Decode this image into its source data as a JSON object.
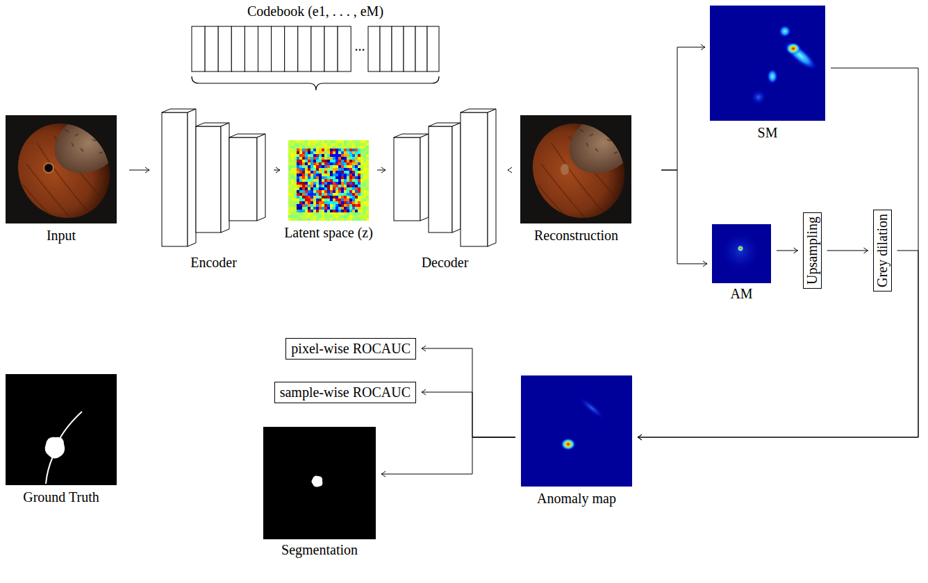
{
  "diagram": {
    "nodes": [
      {
        "text": [
          "Codebook (e1, . . . , eM)"
        ]
      },
      {
        "text": [
          "SM"
        ]
      },
      {
        "text": [
          "Input"
        ]
      },
      {
        "text": [
          "Encoder"
        ]
      },
      {
        "text": [
          "Latent space (z)"
        ]
      },
      {
        "text": [
          "Decoder"
        ]
      },
      {
        "text": [
          "Reconstruction"
        ]
      },
      {
        "text": [
          "AM"
        ]
      },
      {
        "text": [
          "Upsampling"
        ]
      },
      {
        "text": [
          "Grey dilation"
        ]
      },
      {
        "text": [
          "pixel-wise ROCAUC"
        ]
      },
      {
        "text": [
          "sample-wise ROCAUC"
        ]
      },
      {
        "text": [
          "Ground Truth"
        ]
      },
      {
        "text": [
          "Segmentation"
        ]
      },
      {
        "text": [
          "Anomaly map"
        ]
      }
    ],
    "edges": [
      {
        "from": 2,
        "to": 3,
        "arrow": "to"
      },
      {
        "from": 3,
        "to": 4,
        "arrow": "to"
      },
      {
        "from": 4,
        "to": 5,
        "arrow": "to"
      },
      {
        "from": 5,
        "to": 6,
        "arrow": "to"
      },
      {
        "from": 6,
        "to": 1,
        "arrow": "to"
      },
      {
        "from": 6,
        "to": 7,
        "arrow": "to"
      },
      {
        "from": 7,
        "to": 8,
        "arrow": "to"
      },
      {
        "from": 8,
        "to": 9,
        "arrow": "to"
      },
      {
        "from": 1,
        "to": 14,
        "arrow": "to"
      },
      {
        "from": 9,
        "to": 14,
        "arrow": "to"
      },
      {
        "from": 14,
        "to": 10,
        "arrow": "to"
      },
      {
        "from": 14,
        "to": 11,
        "arrow": "to"
      },
      {
        "from": 14,
        "to": 13,
        "arrow": "to"
      }
    ],
    "labels": [
      "..."
    ]
  }
}
